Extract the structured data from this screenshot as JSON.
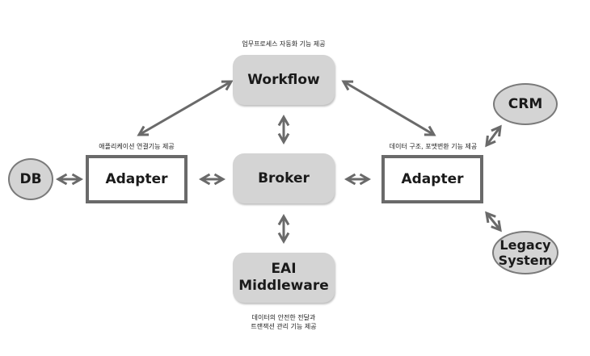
{
  "nodes": {
    "workflow": "Workflow",
    "broker": "Broker",
    "eai_line1": "EAI",
    "eai_line2": "Middleware",
    "adapter_left": "Adapter",
    "adapter_right": "Adapter",
    "db": "DB",
    "crm": "CRM",
    "legacy_line1": "Legacy",
    "legacy_line2": "System"
  },
  "captions": {
    "workflow": "업무프로세스 자동화 기능 제공",
    "adapter_left": "애플리케이션 연결기능 제공",
    "adapter_right": "데이터 구조, 포맷변환 기능 제공",
    "eai_line1": "데이터의 안전한 전달과",
    "eai_line2": "트랜잭션 관리 기능 제공"
  },
  "colors": {
    "node_fill": "#d4d4d4",
    "border": "#6a6a6a",
    "arrow": "#6a6a6a",
    "text": "#1a1a1a"
  }
}
